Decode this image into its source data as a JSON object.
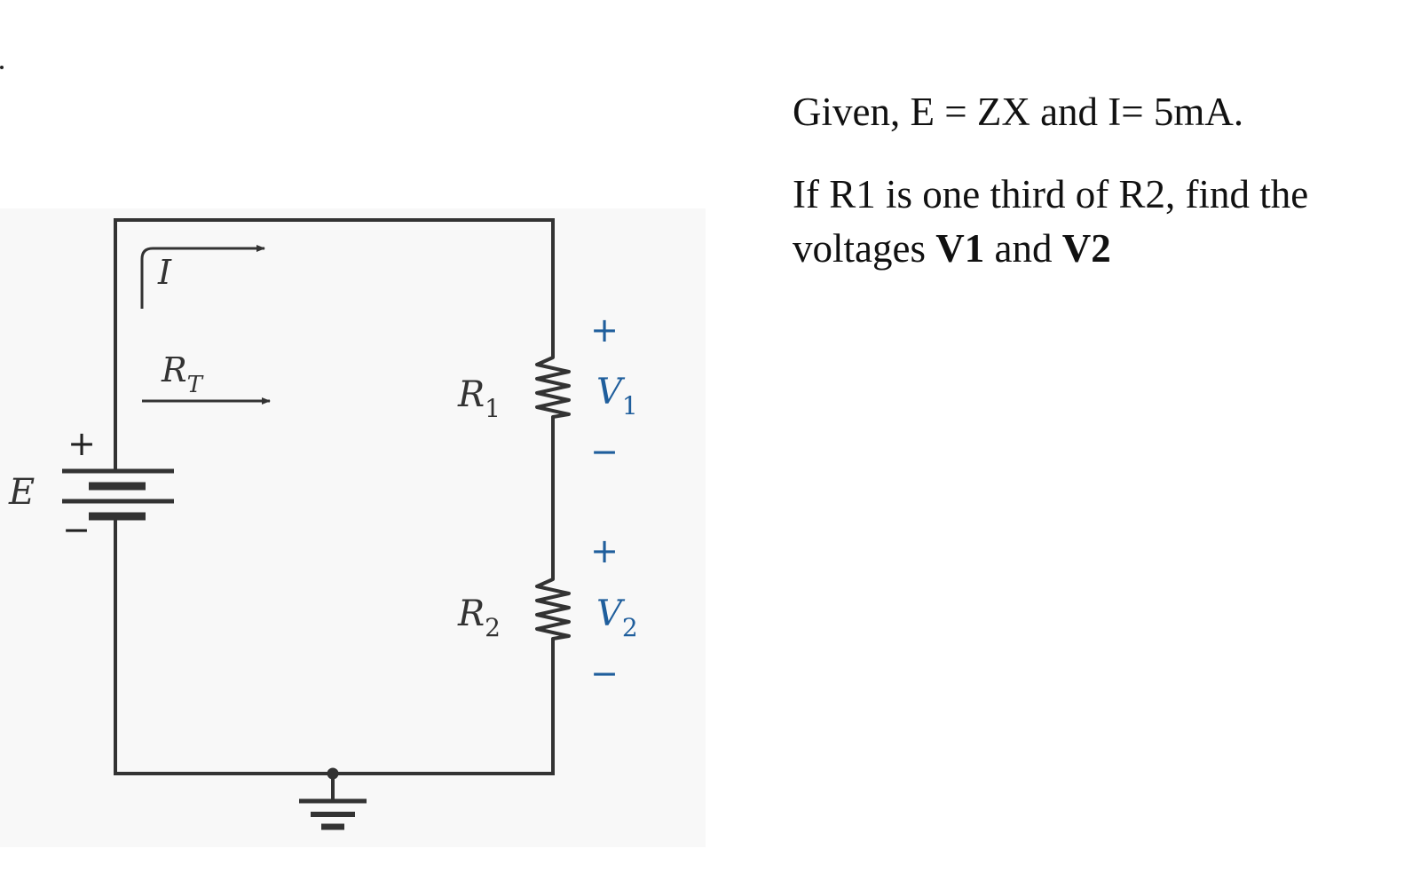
{
  "question": {
    "given": "Given, E = ZX and I= 5mA.",
    "prompt_lead": "If R1 is one third of R2, find the voltages ",
    "v1": "V1",
    "and": " and ",
    "v2": "V2"
  },
  "circuit": {
    "source": {
      "label": "E",
      "plus": "+",
      "minus": "−"
    },
    "current": {
      "label": "I"
    },
    "total_resistance": {
      "label": "R",
      "subscript": "T"
    },
    "r1": {
      "label": "R",
      "subscript": "1"
    },
    "r2": {
      "label": "R",
      "subscript": "2"
    },
    "v1": {
      "label": "V",
      "subscript": "1",
      "plus": "+",
      "minus": "−"
    },
    "v2": {
      "label": "V",
      "subscript": "2",
      "plus": "+",
      "minus": "−"
    }
  },
  "colors": {
    "wire": "#333333",
    "polarity_blue": "#1f5e9c",
    "panel": "#f8f8f8"
  }
}
